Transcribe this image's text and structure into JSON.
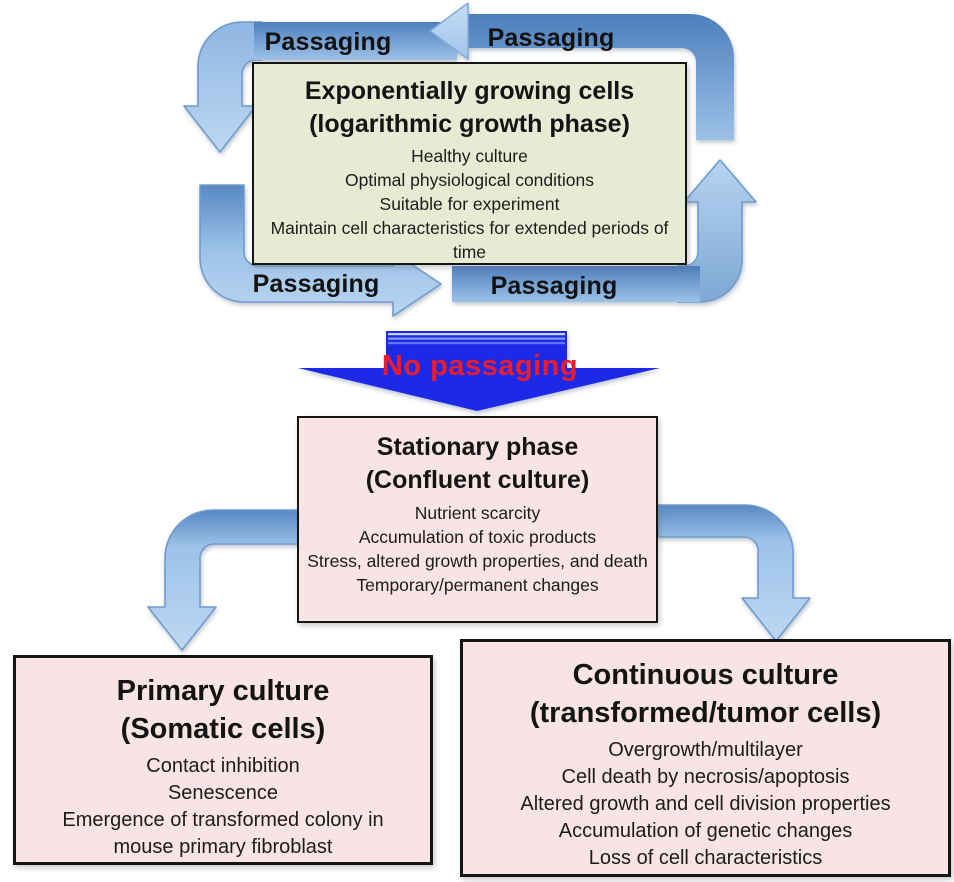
{
  "figure": {
    "type": "flowchart",
    "cycle": {
      "labels": {
        "top_left": "Passaging",
        "top_right": "Passaging",
        "bottom_left": "Passaging",
        "bottom_right": "Passaging"
      },
      "transition_label": "No passaging"
    },
    "boxes": {
      "exponential": {
        "title_line1": "Exponentially growing cells",
        "title_line2": "(logarithmic growth phase)",
        "details": [
          "Healthy culture",
          "Optimal physiological conditions",
          "Suitable for experiment",
          "Maintain cell characteristics for extended periods of time"
        ]
      },
      "stationary": {
        "title_line1": "Stationary phase",
        "title_line2": "(Confluent culture)",
        "details": [
          "Nutrient scarcity",
          "Accumulation of toxic products",
          "Stress, altered growth properties, and death",
          "Temporary/permanent changes"
        ]
      },
      "primary": {
        "title_line1": "Primary culture",
        "title_line2": "(Somatic cells)",
        "details": [
          "Contact inhibition",
          "Senescence",
          "Emergence of transformed colony in mouse primary fibroblast"
        ]
      },
      "continuous": {
        "title_line1": "Continuous culture",
        "title_line2": "(transformed/tumor cells)",
        "details": [
          "Overgrowth/multilayer",
          "Cell death by necrosis/apoptosis",
          "Altered growth and cell division properties",
          "Accumulation of genetic changes",
          "Loss of cell characteristics"
        ]
      }
    },
    "colors": {
      "exponential_box_bg": "#e6ecd3",
      "phase_box_bg": "#f8e4e4",
      "box_border": "#151515",
      "cycle_arrow_light": "#aecdf0",
      "cycle_arrow_dark": "#4d7fbd",
      "big_arrow_blue": "#1f2ce8",
      "no_passaging_red": "#ee1b2d",
      "label_text": "#121212"
    }
  }
}
